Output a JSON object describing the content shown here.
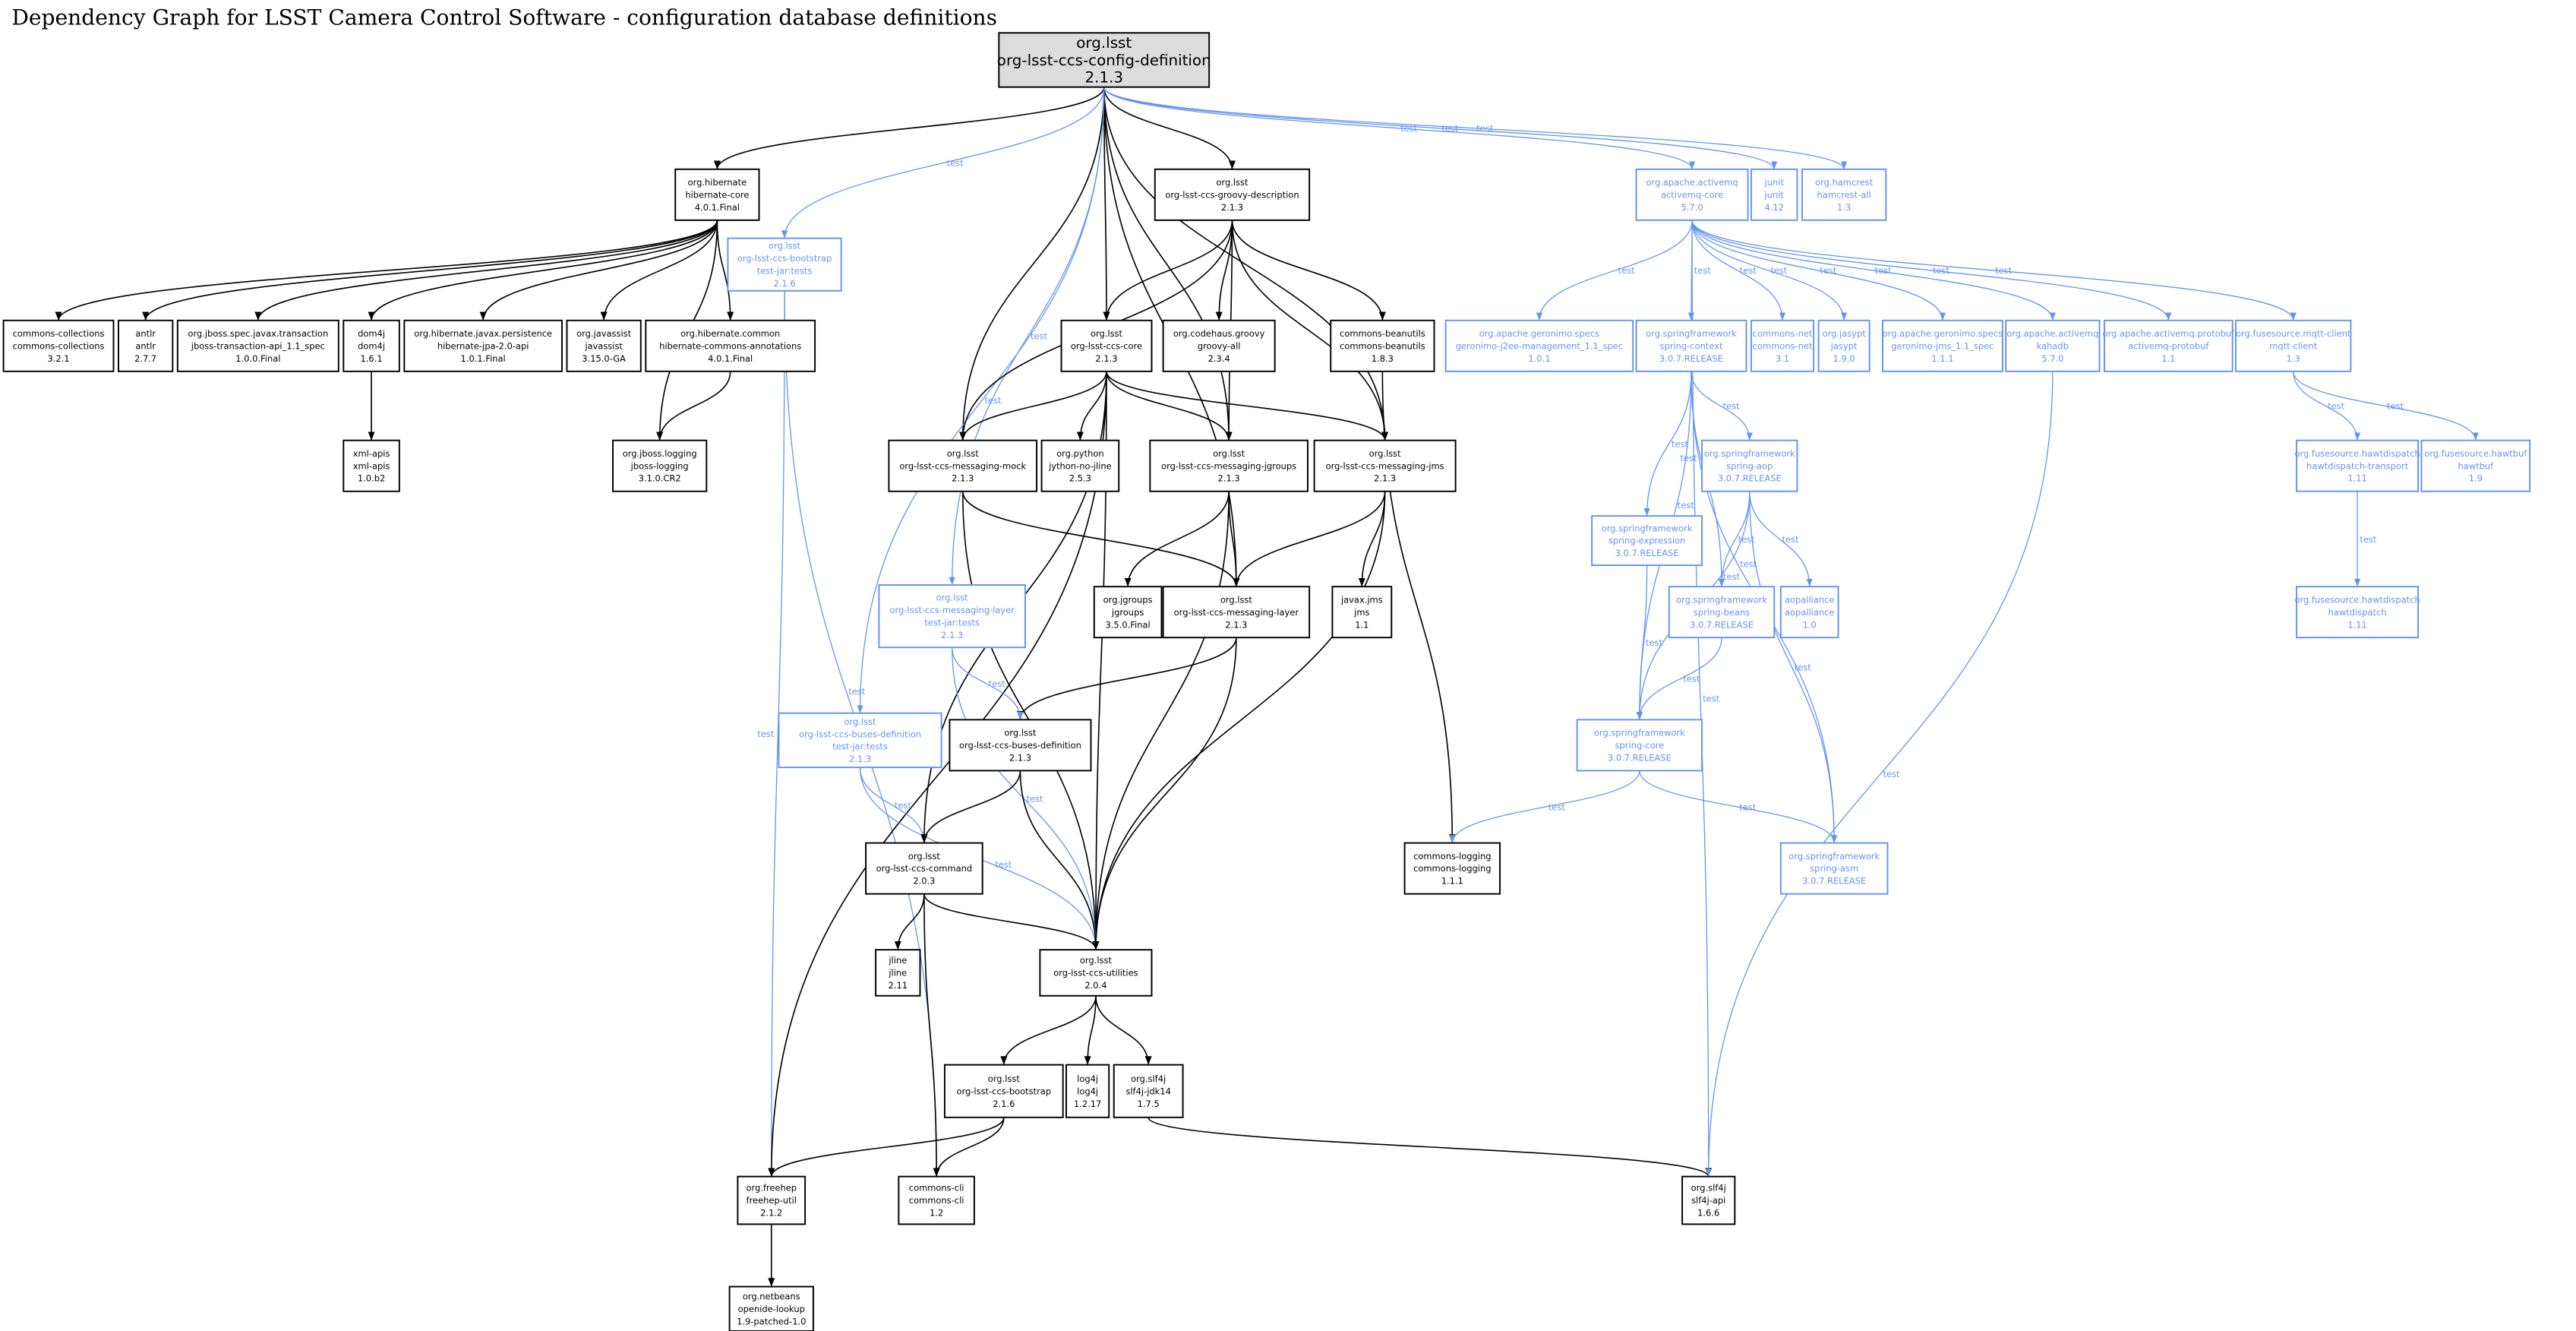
{
  "title": "Dependency Graph for LSST Camera Control Software - configuration database definitions",
  "colors": {
    "compile": "#000000",
    "test": "#6495ed",
    "root_fill": "#dcdcdc"
  },
  "edge_label_test": "test",
  "nodes": [
    {
      "id": "root",
      "scope": "root",
      "lines": [
        "org.lsst",
        "org-lsst-ccs-config-definition",
        "2.1.3"
      ]
    },
    {
      "id": "hibcore",
      "scope": "compile",
      "lines": [
        "org.hibernate",
        "hibernate-core",
        "4.0.1.Final"
      ]
    },
    {
      "id": "groovydesc",
      "scope": "compile",
      "lines": [
        "org.lsst",
        "org-lsst-ccs-groovy-description",
        "2.1.3"
      ]
    },
    {
      "id": "amqcore",
      "scope": "test",
      "lines": [
        "org.apache.activemq",
        "activemq-core",
        "5.7.0"
      ]
    },
    {
      "id": "junit",
      "scope": "test",
      "lines": [
        "junit",
        "junit",
        "4.12"
      ]
    },
    {
      "id": "hamcrest",
      "scope": "test",
      "lines": [
        "org.hamcrest",
        "hamcrest-all",
        "1.3"
      ]
    },
    {
      "id": "bootstraptj",
      "scope": "test",
      "lines": [
        "org.lsst",
        "org-lsst-ccs-bootstrap",
        "test-jar:tests",
        "2.1.6"
      ]
    },
    {
      "id": "collections",
      "scope": "compile",
      "lines": [
        "commons-collections",
        "commons-collections",
        "3.2.1"
      ]
    },
    {
      "id": "antlr",
      "scope": "compile",
      "lines": [
        "antlr",
        "antlr",
        "2.7.7"
      ]
    },
    {
      "id": "jbosstx",
      "scope": "compile",
      "lines": [
        "org.jboss.spec.javax.transaction",
        "jboss-transaction-api_1.1_spec",
        "1.0.0.Final"
      ]
    },
    {
      "id": "dom4j",
      "scope": "compile",
      "lines": [
        "dom4j",
        "dom4j",
        "1.6.1"
      ]
    },
    {
      "id": "jpa",
      "scope": "compile",
      "lines": [
        "org.hibernate.javax.persistence",
        "hibernate-jpa-2.0-api",
        "1.0.1.Final"
      ]
    },
    {
      "id": "javassist",
      "scope": "compile",
      "lines": [
        "org.javassist",
        "javassist",
        "3.15.0-GA"
      ]
    },
    {
      "id": "hibann",
      "scope": "compile",
      "lines": [
        "org.hibernate.common",
        "hibernate-commons-annotations",
        "4.0.1.Final"
      ]
    },
    {
      "id": "ccscore",
      "scope": "compile",
      "lines": [
        "org.lsst",
        "org-lsst-ccs-core",
        "2.1.3"
      ]
    },
    {
      "id": "groovyall",
      "scope": "compile",
      "lines": [
        "org.codehaus.groovy",
        "groovy-all",
        "2.3.4"
      ]
    },
    {
      "id": "beanutils",
      "scope": "compile",
      "lines": [
        "commons-beanutils",
        "commons-beanutils",
        "1.8.3"
      ]
    },
    {
      "id": "gerj2ee",
      "scope": "test",
      "lines": [
        "org.apache.geronimo.specs",
        "geronimo-j2ee-management_1.1_spec",
        "1.0.1"
      ]
    },
    {
      "id": "springctx",
      "scope": "test",
      "lines": [
        "org.springframework",
        "spring-context",
        "3.0.7.RELEASE"
      ]
    },
    {
      "id": "commonsnet",
      "scope": "test",
      "lines": [
        "commons-net",
        "commons-net",
        "3.1"
      ]
    },
    {
      "id": "jasypt",
      "scope": "test",
      "lines": [
        "org.jasypt",
        "jasypt",
        "1.9.0"
      ]
    },
    {
      "id": "gerjms",
      "scope": "test",
      "lines": [
        "org.apache.geronimo.specs",
        "geronimo-jms_1.1_spec",
        "1.1.1"
      ]
    },
    {
      "id": "kahadb",
      "scope": "test",
      "lines": [
        "org.apache.activemq",
        "kahadb",
        "5.7.0"
      ]
    },
    {
      "id": "protobuf",
      "scope": "test",
      "lines": [
        "org.apache.activemq.protobuf",
        "activemq-protobuf",
        "1.1"
      ]
    },
    {
      "id": "mqtt",
      "scope": "test",
      "lines": [
        "org.fusesource.mqtt-client",
        "mqtt-client",
        "1.3"
      ]
    },
    {
      "id": "xmlapis",
      "scope": "compile",
      "lines": [
        "xml-apis",
        "xml-apis",
        "1.0.b2"
      ]
    },
    {
      "id": "jbosslog",
      "scope": "compile",
      "lines": [
        "org.jboss.logging",
        "jboss-logging",
        "3.1.0.CR2"
      ]
    },
    {
      "id": "msgmock",
      "scope": "compile",
      "lines": [
        "org.lsst",
        "org-lsst-ccs-messaging-mock",
        "2.1.3"
      ]
    },
    {
      "id": "jython",
      "scope": "compile",
      "lines": [
        "org.python",
        "jython-no-jline",
        "2.5.3"
      ]
    },
    {
      "id": "msgjgroups",
      "scope": "compile",
      "lines": [
        "org.lsst",
        "org-lsst-ccs-messaging-jgroups",
        "2.1.3"
      ]
    },
    {
      "id": "msgjms",
      "scope": "compile",
      "lines": [
        "org.lsst",
        "org-lsst-ccs-messaging-jms",
        "2.1.3"
      ]
    },
    {
      "id": "springaop",
      "scope": "test",
      "lines": [
        "org.springframework",
        "spring-aop",
        "3.0.7.RELEASE"
      ]
    },
    {
      "id": "hawttransport",
      "scope": "test",
      "lines": [
        "org.fusesource.hawtdispatch",
        "hawtdispatch-transport",
        "1.11"
      ]
    },
    {
      "id": "hawtbuf",
      "scope": "test",
      "lines": [
        "org.fusesource.hawtbuf",
        "hawtbuf",
        "1.9"
      ]
    },
    {
      "id": "springexpr",
      "scope": "test",
      "lines": [
        "org.springframework",
        "spring-expression",
        "3.0.7.RELEASE"
      ]
    },
    {
      "id": "layertj",
      "scope": "test",
      "lines": [
        "org.lsst",
        "org-lsst-ccs-messaging-layer",
        "test-jar:tests",
        "2.1.3"
      ]
    },
    {
      "id": "jgroups",
      "scope": "compile",
      "lines": [
        "org.jgroups",
        "jgroups",
        "3.5.0.Final"
      ]
    },
    {
      "id": "msglayer",
      "scope": "compile",
      "lines": [
        "org.lsst",
        "org-lsst-ccs-messaging-layer",
        "2.1.3"
      ]
    },
    {
      "id": "javaxjms",
      "scope": "compile",
      "lines": [
        "javax.jms",
        "jms",
        "1.1"
      ]
    },
    {
      "id": "springbeans",
      "scope": "test",
      "lines": [
        "org.springframework",
        "spring-beans",
        "3.0.7.RELEASE"
      ]
    },
    {
      "id": "aopalliance",
      "scope": "test",
      "lines": [
        "aopalliance",
        "aopalliance",
        "1.0"
      ]
    },
    {
      "id": "hawtdispatch",
      "scope": "test",
      "lines": [
        "org.fusesource.hawtdispatch",
        "hawtdispatch",
        "1.11"
      ]
    },
    {
      "id": "busestj",
      "scope": "test",
      "lines": [
        "org.lsst",
        "org-lsst-ccs-buses-definition",
        "test-jar:tests",
        "2.1.3"
      ]
    },
    {
      "id": "busesdef",
      "scope": "compile",
      "lines": [
        "org.lsst",
        "org-lsst-ccs-buses-definition",
        "2.1.3"
      ]
    },
    {
      "id": "springcore",
      "scope": "test",
      "lines": [
        "org.springframework",
        "spring-core",
        "3.0.7.RELEASE"
      ]
    },
    {
      "id": "command",
      "scope": "compile",
      "lines": [
        "org.lsst",
        "org-lsst-ccs-command",
        "2.0.3"
      ]
    },
    {
      "id": "commonslog",
      "scope": "compile",
      "lines": [
        "commons-logging",
        "commons-logging",
        "1.1.1"
      ]
    },
    {
      "id": "springasm",
      "scope": "test",
      "lines": [
        "org.springframework",
        "spring-asm",
        "3.0.7.RELEASE"
      ]
    },
    {
      "id": "jline",
      "scope": "compile",
      "lines": [
        "jline",
        "jline",
        "2.11"
      ]
    },
    {
      "id": "utilities",
      "scope": "compile",
      "lines": [
        "org.lsst",
        "org-lsst-ccs-utilities",
        "2.0.4"
      ]
    },
    {
      "id": "bootstrap",
      "scope": "compile",
      "lines": [
        "org.lsst",
        "org-lsst-ccs-bootstrap",
        "2.1.6"
      ]
    },
    {
      "id": "log4j",
      "scope": "compile",
      "lines": [
        "log4j",
        "log4j",
        "1.2.17"
      ]
    },
    {
      "id": "slf4jjdk",
      "scope": "compile",
      "lines": [
        "org.slf4j",
        "slf4j-jdk14",
        "1.7.5"
      ]
    },
    {
      "id": "freehep",
      "scope": "compile",
      "lines": [
        "org.freehep",
        "freehep-util",
        "2.1.2"
      ]
    },
    {
      "id": "commonscli",
      "scope": "compile",
      "lines": [
        "commons-cli",
        "commons-cli",
        "1.2"
      ]
    },
    {
      "id": "slf4japi",
      "scope": "compile",
      "lines": [
        "org.slf4j",
        "slf4j-api",
        "1.6.6"
      ]
    },
    {
      "id": "openide",
      "scope": "compile",
      "lines": [
        "org.netbeans",
        "openide-lookup",
        "1.9-patched-1.0"
      ]
    }
  ],
  "edges": [
    [
      "root",
      "hibcore",
      0
    ],
    [
      "root",
      "groovydesc",
      0
    ],
    [
      "root",
      "ccscore",
      0
    ],
    [
      "root",
      "msgmock",
      0
    ],
    [
      "root",
      "msgjgroups",
      0
    ],
    [
      "root",
      "msgjms",
      0
    ],
    [
      "root",
      "msglayer",
      0
    ],
    [
      "root",
      "bootstraptj",
      1
    ],
    [
      "root",
      "busestj",
      1
    ],
    [
      "root",
      "layertj",
      1
    ],
    [
      "root",
      "amqcore",
      1
    ],
    [
      "root",
      "junit",
      1
    ],
    [
      "root",
      "hamcrest",
      1
    ],
    [
      "hibcore",
      "collections",
      0
    ],
    [
      "hibcore",
      "antlr",
      0
    ],
    [
      "hibcore",
      "jbosstx",
      0
    ],
    [
      "hibcore",
      "dom4j",
      0
    ],
    [
      "hibcore",
      "jpa",
      0
    ],
    [
      "hibcore",
      "javassist",
      0
    ],
    [
      "hibcore",
      "hibann",
      0
    ],
    [
      "hibcore",
      "jbosslog",
      0
    ],
    [
      "dom4j",
      "xmlapis",
      0
    ],
    [
      "hibann",
      "jbosslog",
      0
    ],
    [
      "bootstraptj",
      "freehep",
      1
    ],
    [
      "bootstraptj",
      "commonscli",
      1
    ],
    [
      "groovydesc",
      "ccscore",
      0
    ],
    [
      "groovydesc",
      "groovyall",
      0
    ],
    [
      "groovydesc",
      "beanutils",
      0
    ],
    [
      "groovydesc",
      "msgmock",
      0
    ],
    [
      "groovydesc",
      "msgjgroups",
      0
    ],
    [
      "groovydesc",
      "msgjms",
      0
    ],
    [
      "ccscore",
      "msgmock",
      0
    ],
    [
      "ccscore",
      "jython",
      0
    ],
    [
      "ccscore",
      "msgjgroups",
      0
    ],
    [
      "ccscore",
      "msgjms",
      0
    ],
    [
      "ccscore",
      "freehep",
      0
    ],
    [
      "ccscore",
      "command",
      0
    ],
    [
      "ccscore",
      "utilities",
      0
    ],
    [
      "beanutils",
      "commonslog",
      0
    ],
    [
      "msgmock",
      "msglayer",
      0
    ],
    [
      "msgmock",
      "utilities",
      0
    ],
    [
      "msgjgroups",
      "jgroups",
      0
    ],
    [
      "msgjgroups",
      "msglayer",
      0
    ],
    [
      "msgjgroups",
      "utilities",
      0
    ],
    [
      "msgjms",
      "msglayer",
      0
    ],
    [
      "msgjms",
      "javaxjms",
      0
    ],
    [
      "msgjms",
      "utilities",
      0
    ],
    [
      "msglayer",
      "busesdef",
      0
    ],
    [
      "msglayer",
      "utilities",
      0
    ],
    [
      "layertj",
      "busesdef",
      1
    ],
    [
      "layertj",
      "utilities",
      1
    ],
    [
      "busestj",
      "command",
      1
    ],
    [
      "busestj",
      "utilities",
      1
    ],
    [
      "busesdef",
      "command",
      0
    ],
    [
      "busesdef",
      "utilities",
      0
    ],
    [
      "command",
      "jline",
      0
    ],
    [
      "command",
      "utilities",
      0
    ],
    [
      "command",
      "commonscli",
      0
    ],
    [
      "utilities",
      "bootstrap",
      0
    ],
    [
      "utilities",
      "log4j",
      0
    ],
    [
      "utilities",
      "slf4jjdk",
      0
    ],
    [
      "bootstrap",
      "freehep",
      0
    ],
    [
      "bootstrap",
      "commonscli",
      0
    ],
    [
      "slf4jjdk",
      "slf4japi",
      0
    ],
    [
      "freehep",
      "openide",
      0
    ],
    [
      "amqcore",
      "gerj2ee",
      1
    ],
    [
      "amqcore",
      "springctx",
      1
    ],
    [
      "amqcore",
      "commonsnet",
      1
    ],
    [
      "amqcore",
      "jasypt",
      1
    ],
    [
      "amqcore",
      "gerjms",
      1
    ],
    [
      "amqcore",
      "kahadb",
      1
    ],
    [
      "amqcore",
      "protobuf",
      1
    ],
    [
      "amqcore",
      "mqtt",
      1
    ],
    [
      "amqcore",
      "slf4japi",
      1
    ],
    [
      "springctx",
      "springexpr",
      1
    ],
    [
      "springctx",
      "springaop",
      1
    ],
    [
      "springctx",
      "springbeans",
      1
    ],
    [
      "springctx",
      "springcore",
      1
    ],
    [
      "springctx",
      "springasm",
      1
    ],
    [
      "springaop",
      "springbeans",
      1
    ],
    [
      "springaop",
      "aopalliance",
      1
    ],
    [
      "springaop",
      "springcore",
      1
    ],
    [
      "springaop",
      "springasm",
      1
    ],
    [
      "springexpr",
      "springcore",
      1
    ],
    [
      "springbeans",
      "springcore",
      1
    ],
    [
      "springcore",
      "commonslog",
      1
    ],
    [
      "springcore",
      "springasm",
      1
    ],
    [
      "kahadb",
      "slf4japi",
      1
    ],
    [
      "mqtt",
      "hawttransport",
      1
    ],
    [
      "mqtt",
      "hawtbuf",
      1
    ],
    [
      "hawttransport",
      "hawtdispatch",
      1
    ]
  ]
}
